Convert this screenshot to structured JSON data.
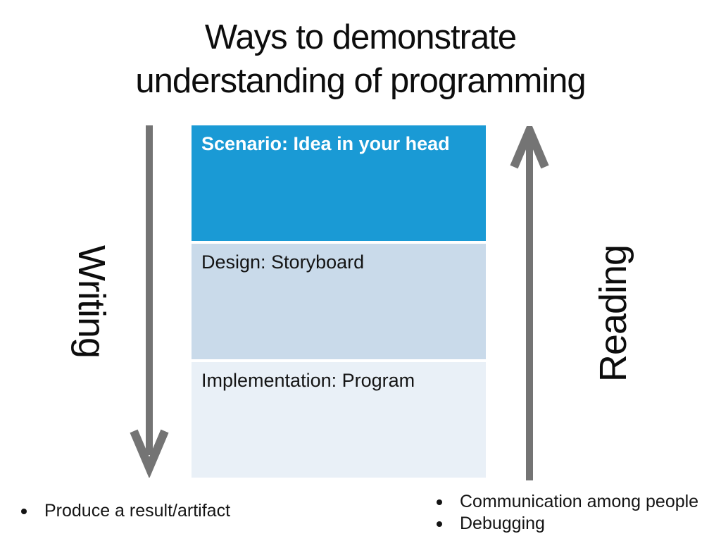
{
  "slide": {
    "title_line1": "Ways to demonstrate",
    "title_line2": "understanding of programming"
  },
  "diagram": {
    "boxes": [
      {
        "label": "Scenario: Idea in your head"
      },
      {
        "label": "Design: Storyboard"
      },
      {
        "label": "Implementation: Program"
      }
    ],
    "left_axis": {
      "label": "Writing",
      "direction": "down"
    },
    "right_axis": {
      "label": "Reading",
      "direction": "up"
    }
  },
  "bullets_left": [
    "Produce a result/artifact"
  ],
  "bullets_right": [
    "Communication among people",
    "Debugging"
  ],
  "colors": {
    "accent_blue": "#1A9AD5",
    "light_blue": "#C9DAEA",
    "pale_blue": "#E9F0F7",
    "arrow_gray": "#747474",
    "title_black": "#0D0D0D"
  }
}
